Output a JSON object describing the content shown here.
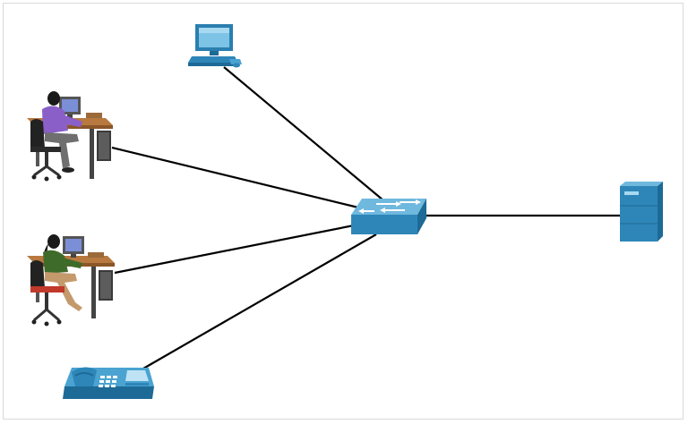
{
  "diagram": {
    "type": "network-topology",
    "nodes": [
      {
        "id": "pc",
        "icon": "desktop-computer-icon"
      },
      {
        "id": "user1",
        "icon": "user-at-workstation-icon"
      },
      {
        "id": "user2",
        "icon": "user-at-workstation-icon"
      },
      {
        "id": "phone",
        "icon": "ip-phone-icon"
      },
      {
        "id": "switch",
        "icon": "network-switch-icon"
      },
      {
        "id": "server",
        "icon": "server-icon"
      }
    ],
    "links": [
      {
        "from": "pc",
        "to": "switch"
      },
      {
        "from": "user1",
        "to": "switch"
      },
      {
        "from": "user2",
        "to": "switch"
      },
      {
        "from": "phone",
        "to": "switch"
      },
      {
        "from": "switch",
        "to": "server"
      }
    ]
  },
  "colors": {
    "device_blue": "#2e86b8",
    "device_blue_dark": "#1d6a96",
    "device_blue_light": "#6fb8de",
    "link": "#000000",
    "frame": "#d9d9d9"
  }
}
